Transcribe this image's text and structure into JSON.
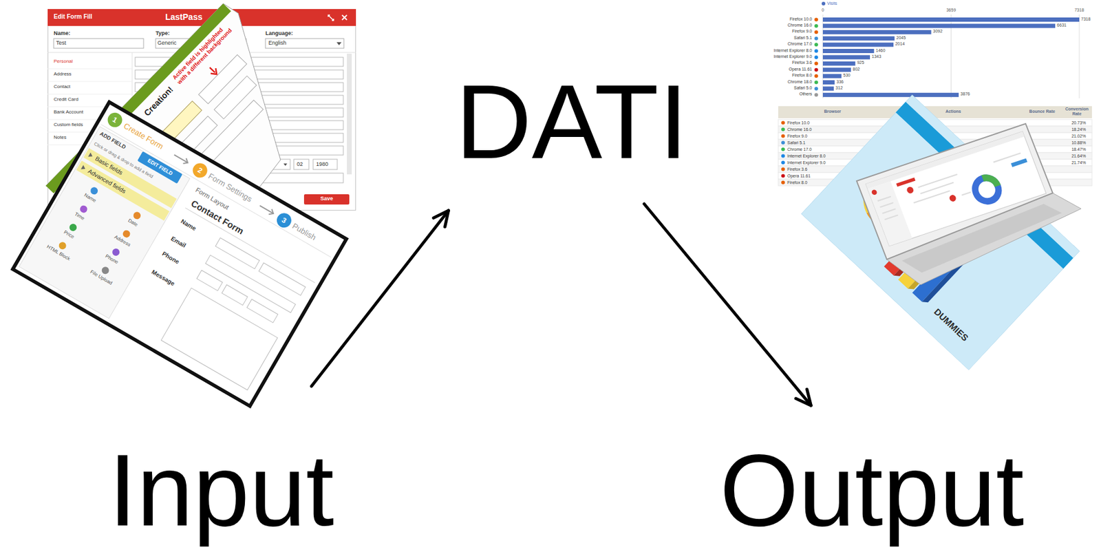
{
  "diagram": {
    "nodes": [
      {
        "text": [
          "Input"
        ]
      },
      {
        "text": [
          "DATI"
        ]
      },
      {
        "text": [
          "Output"
        ]
      }
    ],
    "edges": [
      {
        "from": 0,
        "to": 1,
        "arrow": "to"
      },
      {
        "from": 1,
        "to": 2,
        "arrow": "to"
      }
    ],
    "labels": [
      "Edit Form Fill",
      "LastPass",
      "Name:",
      "Test",
      "Type:",
      "Generic",
      "Language:",
      "English",
      "Personal",
      "Address",
      "Contact",
      "Credit Card",
      "Bank Account",
      "Custom fields",
      "Notes",
      "02",
      "1980",
      "Save",
      "Creation!",
      "Active field is highlighted with a different background",
      "1",
      "Create Form",
      "2",
      "Form Settings",
      "3",
      "Publish",
      "ADD FIELD",
      "EDIT FIELD",
      "Click or drag & drop to add a field",
      "Basic fields",
      "Advanced fields",
      "Name",
      "Date",
      "Time",
      "Address",
      "Price",
      "Phone",
      "HTML Block",
      "File Upload",
      "Form Layout",
      "Contact Form",
      "Name",
      "Email",
      "Phone",
      "Message",
      "0",
      "3659",
      "7318",
      "Firefox 10.0",
      "Chrome 16.0",
      "Firefox 9.0",
      "Safari 5.1",
      "Chrome 17.0",
      "Internet Explorer 8.0",
      "Internet Explorer 9.0",
      "Firefox 3.6",
      "Opera 11.61",
      "Firefox 8.0",
      "Chrome 18.0",
      "Safari 5.0",
      "Others",
      "7318",
      "6631",
      "3092",
      "2045",
      "2014",
      "1460",
      "1343",
      "925",
      "802",
      "530",
      "336",
      "312",
      "3876",
      "Browser",
      "Actions",
      "Bounce Rate",
      "Conversion Rate",
      "Firefox 10.0",
      "Chrome 16.0",
      "Firefox 9.0",
      "Safari 5.1",
      "Chrome 17.0",
      "Internet Explorer 8.0",
      "Internet Explorer 9.0",
      "Firefox 3.6",
      "Opera 11.61",
      "Firefox 8.0",
      "20.73%",
      "18.24%",
      "21.02%",
      "10.88%",
      "18.47%",
      "21.64%",
      "21.74%",
      "DUMMIES"
    ],
    "legend": [
      {
        "text": "Visits",
        "color": "#4c6fbf"
      }
    ]
  }
}
